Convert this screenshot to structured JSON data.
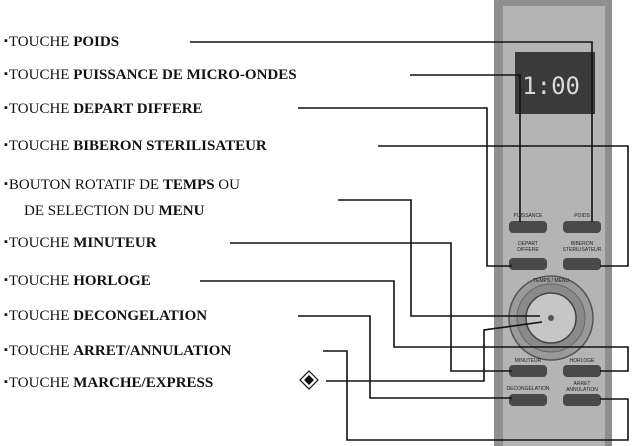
{
  "labels": [
    {
      "prefix": "TOUCHE ",
      "bold": "POIDS",
      "suffix": ""
    },
    {
      "prefix": "TOUCHE ",
      "bold": "PUISSANCE DE MICRO-ONDES",
      "suffix": ""
    },
    {
      "prefix": "TOUCHE ",
      "bold": "DEPART DIFFERE",
      "suffix": ""
    },
    {
      "prefix": "TOUCHE ",
      "bold": "BIBERON STERILISATEUR",
      "suffix": ""
    },
    {
      "prefix": "BOUTON ROTATIF DE ",
      "bold": "TEMPS",
      "suffix": " OU"
    },
    {
      "prefix": "TOUCHE ",
      "bold": "MINUTEUR",
      "suffix": ""
    },
    {
      "prefix": "TOUCHE ",
      "bold": "HORLOGE",
      "suffix": ""
    },
    {
      "prefix": "TOUCHE ",
      "bold": "DECONGELATION",
      "suffix": ""
    },
    {
      "prefix": "TOUCHE ",
      "bold": "ARRET/ANNULATION",
      "suffix": ""
    },
    {
      "prefix": "TOUCHE ",
      "bold": "MARCHE/EXPRESS",
      "suffix": ""
    }
  ],
  "label_rotary_line2": {
    "prefix": "DE SELECTION DU ",
    "bold": "MENU"
  },
  "bullet": "▪",
  "panel": {
    "display_time": "1:00",
    "btn_power": "PUISSANCE",
    "btn_weight": "POIDS",
    "btn_delay_1": "DEPART",
    "btn_delay_2": "DIFFERE",
    "btn_bottle_1": "BIBERON",
    "btn_bottle_2": "STERILISATEUR",
    "knob_ring": "TEMPS / MENU",
    "btn_timer": "MINUTEUR",
    "btn_clock": "HORLOGE",
    "btn_defrost": "DECONGELATION",
    "btn_stop_1": "ARRET",
    "btn_stop_2": "ANNULATION"
  },
  "colors": {
    "panel": "#8f8f8f",
    "panel_inner": "#b4b4b4",
    "display": "#3a3a3a",
    "digits": "#d9d9d9",
    "line": "#111111"
  }
}
